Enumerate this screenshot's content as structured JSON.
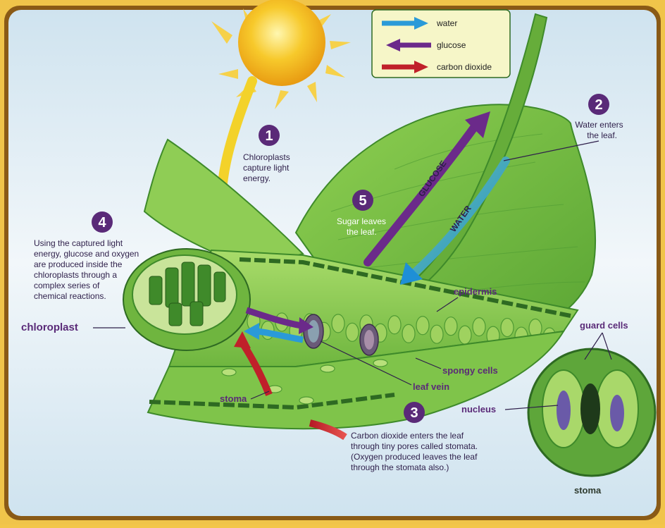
{
  "legend": {
    "water": "water",
    "glucose": "glucose",
    "carbon_dioxide": "carbon dioxide"
  },
  "steps": [
    {
      "number": "1",
      "lines": [
        "Chloroplasts",
        "capture light",
        "energy."
      ]
    },
    {
      "number": "2",
      "lines": [
        "Water enters",
        "the leaf."
      ]
    },
    {
      "number": "3",
      "lines": [
        "Carbon dioxide enters the leaf",
        "through tiny pores called stomata.",
        "(Oxygen produced leaves the leaf",
        "through the stomata also.)"
      ]
    },
    {
      "number": "4",
      "lines": [
        "Using the captured light",
        "energy, glucose and oxygen",
        "are produced inside the",
        "chloroplasts through a",
        "complex series of",
        "chemical reactions."
      ]
    },
    {
      "number": "5",
      "lines": [
        "Sugar leaves",
        "the leaf."
      ]
    }
  ],
  "labels": {
    "chloroplast": "chloroplast",
    "epidermis": "epidermis",
    "spongy_cells": "spongy cells",
    "leaf_vein": "leaf vein",
    "stoma": "stoma",
    "guard_cells": "guard cells",
    "nucleus": "nucleus",
    "stoma_inset": "stoma",
    "glucose_arrow": "GLUCOSE",
    "water_arrow": "WATER"
  },
  "colors": {
    "water": "#2a9ad8",
    "glucose": "#6b2a8a",
    "carbon_dioxide": "#c0202a",
    "sunlight": "#f3d22a",
    "leaf": "#7cc043",
    "leaf_dark": "#3f8a2a",
    "badge": "#5a2a78"
  }
}
